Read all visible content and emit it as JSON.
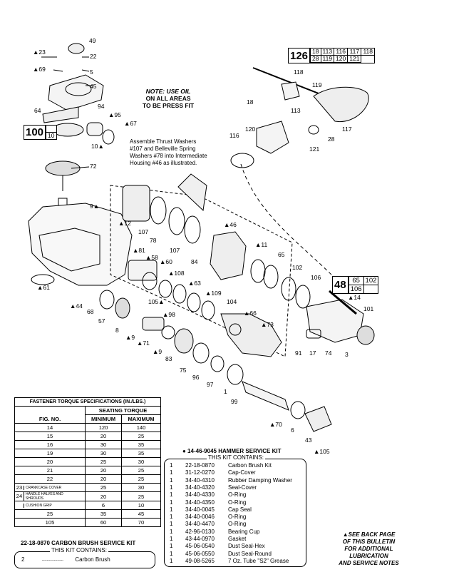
{
  "note_press_fit": [
    "NOTE: USE OIL",
    "ON ALL AREAS",
    "TO BE PRESS FIT"
  ],
  "assemble_note": [
    "Assemble Thrust Washers",
    "#107 and Belleville Spring",
    "Washers #78 into Intermediate",
    "Housing #46 as illustrated."
  ],
  "ref_boxes": {
    "r126": {
      "main": "126",
      "cells": [
        "18",
        "113",
        "116",
        "117",
        "118",
        "28",
        "119",
        "120",
        "121"
      ]
    },
    "r100": {
      "main": "100",
      "cells": [
        "10"
      ]
    },
    "r48": {
      "main": "48",
      "cells": [
        "65",
        "102",
        "106"
      ]
    }
  },
  "part_labels": [
    {
      "text": "49"
    },
    {
      "text": "▲23"
    },
    {
      "text": "22"
    },
    {
      "text": "▲69"
    },
    {
      "text": "5"
    },
    {
      "text": "45"
    },
    {
      "text": "94"
    },
    {
      "text": "64"
    },
    {
      "text": "▲95"
    },
    {
      "text": "▲67"
    },
    {
      "text": "10▲"
    },
    {
      "text": "72"
    },
    {
      "text": "9▲"
    },
    {
      "text": "▲12"
    },
    {
      "text": "107"
    },
    {
      "text": "78"
    },
    {
      "text": "▲46"
    },
    {
      "text": "107"
    },
    {
      "text": "84"
    },
    {
      "text": "▲81"
    },
    {
      "text": "▲58"
    },
    {
      "text": "▲60"
    },
    {
      "text": "▲108"
    },
    {
      "text": "▲63"
    },
    {
      "text": "▲11"
    },
    {
      "text": "65"
    },
    {
      "text": "102"
    },
    {
      "text": "106"
    },
    {
      "text": "▲109"
    },
    {
      "text": "104"
    },
    {
      "text": "▲66"
    },
    {
      "text": "▲73"
    },
    {
      "text": "▲61"
    },
    {
      "text": "▲44"
    },
    {
      "text": "68"
    },
    {
      "text": "57"
    },
    {
      "text": "8"
    },
    {
      "text": "▲9"
    },
    {
      "text": "105▲"
    },
    {
      "text": "▲98"
    },
    {
      "text": "▲71"
    },
    {
      "text": "▲9"
    },
    {
      "text": "83"
    },
    {
      "text": "75"
    },
    {
      "text": "96"
    },
    {
      "text": "97"
    },
    {
      "text": "1"
    },
    {
      "text": "99"
    },
    {
      "text": "118"
    },
    {
      "text": "119"
    },
    {
      "text": "18"
    },
    {
      "text": "113"
    },
    {
      "text": "116"
    },
    {
      "text": "120"
    },
    {
      "text": "117"
    },
    {
      "text": "28"
    },
    {
      "text": "121"
    },
    {
      "text": "▲14"
    },
    {
      "text": "101"
    },
    {
      "text": "91"
    },
    {
      "text": "17"
    },
    {
      "text": "74"
    },
    {
      "text": "3"
    },
    {
      "text": "▲70"
    },
    {
      "text": "6"
    },
    {
      "text": "43"
    },
    {
      "text": "▲105"
    }
  ],
  "torque_table": {
    "title": "FASTENER TORQUE SPECIFICATIONS (IN./LBS.)",
    "group_header": "SEATING TORQUE",
    "headers": [
      "FIG. NO.",
      "MINIMUM",
      "MAXIMUM"
    ],
    "rows": [
      {
        "fig": "14",
        "min": "120",
        "max": "140"
      },
      {
        "fig": "15",
        "min": "20",
        "max": "25"
      },
      {
        "fig": "16",
        "min": "30",
        "max": "35"
      },
      {
        "fig": "19",
        "min": "30",
        "max": "35"
      },
      {
        "fig": "20",
        "min": "25",
        "max": "30"
      },
      {
        "fig": "21",
        "min": "20",
        "max": "25"
      },
      {
        "fig": "22",
        "min": "20",
        "max": "25"
      },
      {
        "fig": "23",
        "desc": "CRANKCASE COVER",
        "min": "25",
        "max": "30"
      },
      {
        "fig": "24",
        "desc": "HANDLE HALVES AND SHROUDS",
        "min": "20",
        "max": "25"
      },
      {
        "fig": "",
        "desc": "CUSHION GRIP",
        "min": "6",
        "max": "10"
      },
      {
        "fig": "25",
        "min": "35",
        "max": "45"
      },
      {
        "fig": "105",
        "min": "60",
        "max": "70"
      }
    ]
  },
  "brush_kit": {
    "title": "22-18-0870 CARBON BRUSH SERVICE KIT",
    "contains": "THIS KIT CONTAINS:",
    "rows": [
      {
        "qty": "2",
        "part": "------------------",
        "desc": "Carbon Brush"
      }
    ]
  },
  "hammer_kit": {
    "title": "● 14-46-9045 HAMMER SERVICE KIT",
    "contains": "THIS KIT CONTAINS:",
    "rows": [
      {
        "qty": "1",
        "part": "22-18-0870",
        "desc": "Carbon Brush Kit"
      },
      {
        "qty": "1",
        "part": "31-12-0270",
        "desc": "Cap-Cover"
      },
      {
        "qty": "1",
        "part": "34-40-4310",
        "desc": "Rubber Damping Washer"
      },
      {
        "qty": "1",
        "part": "34-40-4320",
        "desc": "Seal-Cover"
      },
      {
        "qty": "1",
        "part": "34-40-4330",
        "desc": "O-Ring"
      },
      {
        "qty": "1",
        "part": "34-40-4350",
        "desc": "O-Ring"
      },
      {
        "qty": "1",
        "part": "34-40-0045",
        "desc": "Cap Seal"
      },
      {
        "qty": "1",
        "part": "34-40-0046",
        "desc": "O-Ring"
      },
      {
        "qty": "1",
        "part": "34-40-4470",
        "desc": "O-Ring"
      },
      {
        "qty": "1",
        "part": "42-96-0130",
        "desc": "Bearing Cup"
      },
      {
        "qty": "1",
        "part": "43-44-0970",
        "desc": "Gasket"
      },
      {
        "qty": "1",
        "part": "45-06-0540",
        "desc": "Dust Seal-Hex"
      },
      {
        "qty": "1",
        "part": "45-06-0550",
        "desc": "Dust Seal-Round"
      },
      {
        "qty": "1",
        "part": "49-08-5265",
        "desc": "7 Oz. Tube \"S2\" Grease"
      }
    ]
  },
  "back_note": [
    "▲SEE BACK PAGE",
    "OF THIS BULLETIN",
    "FOR ADDITIONAL",
    "LUBRICATION",
    "AND SERVICE NOTES"
  ]
}
